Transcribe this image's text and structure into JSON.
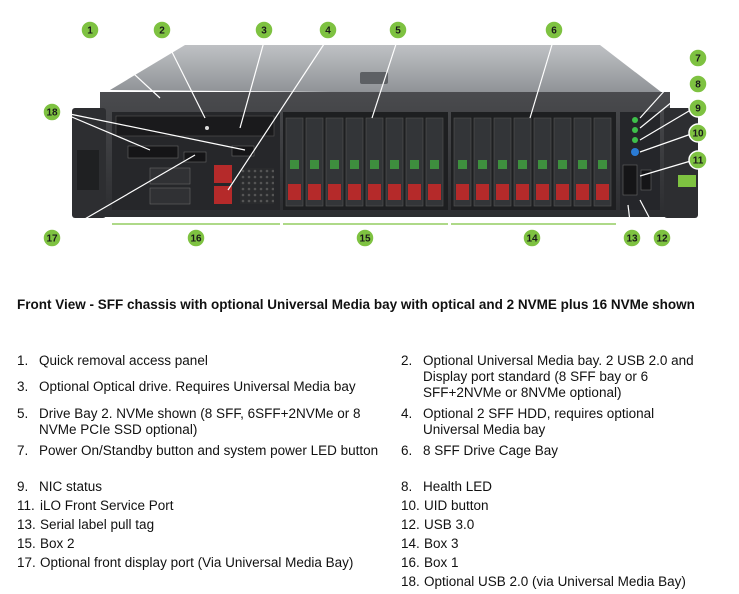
{
  "callouts": [
    "1",
    "2",
    "3",
    "4",
    "5",
    "6",
    "7",
    "8",
    "9",
    "10",
    "11",
    "12",
    "13",
    "14",
    "15",
    "16",
    "17",
    "18"
  ],
  "caption": "Front View - SFF chassis with optional Universal Media bay with optical and 2 NVME plus 16 NVMe shown",
  "legend_left": [
    {
      "num": "1.",
      "text": "Quick removal access panel"
    },
    {
      "num": "3.",
      "text": "Optional Optical drive. Requires Universal Media bay"
    },
    {
      "num": "5.",
      "text": "Drive Bay 2. NVMe shown (8 SFF, 6SFF+2NVMe or 8 NVMe PCIe SSD optional)"
    },
    {
      "num": "7.",
      "text": "Power On/Standby button and system power LED button"
    },
    {
      "num": "9.",
      "text": "NIC status"
    },
    {
      "num": "11.",
      "text": "iLO Front Service Port"
    },
    {
      "num": "13.",
      "text": "Serial label pull tag"
    },
    {
      "num": "15.",
      "text": "Box 2"
    },
    {
      "num": "17.",
      "text": "Optional front display port (Via Universal Media Bay)"
    }
  ],
  "legend_right": [
    {
      "num": "2.",
      "text": "Optional Universal Media bay. 2 USB 2.0 and Display port standard (8 SFF bay or 6 SFF+2NVMe or 8NVMe optional)"
    },
    {
      "num": "4.",
      "text": "Optional 2 SFF HDD, requires optional Universal Media bay"
    },
    {
      "num": "6.",
      "text": "8 SFF Drive Cage Bay"
    },
    {
      "num": "8.",
      "text": "Health LED"
    },
    {
      "num": "10.",
      "text": "UID button"
    },
    {
      "num": "12.",
      "text": "USB 3.0"
    },
    {
      "num": "14.",
      "text": "Box 3"
    },
    {
      "num": "16.",
      "text": "Box 1"
    },
    {
      "num": "18.",
      "text": "Optional USB 2.0 (via Universal Media Bay)"
    }
  ],
  "colors": {
    "callout": "#7ec241",
    "chassis": "#3a3a3c",
    "drive_red": "#b52a2a",
    "uid_blue": "#2a7bd4"
  }
}
